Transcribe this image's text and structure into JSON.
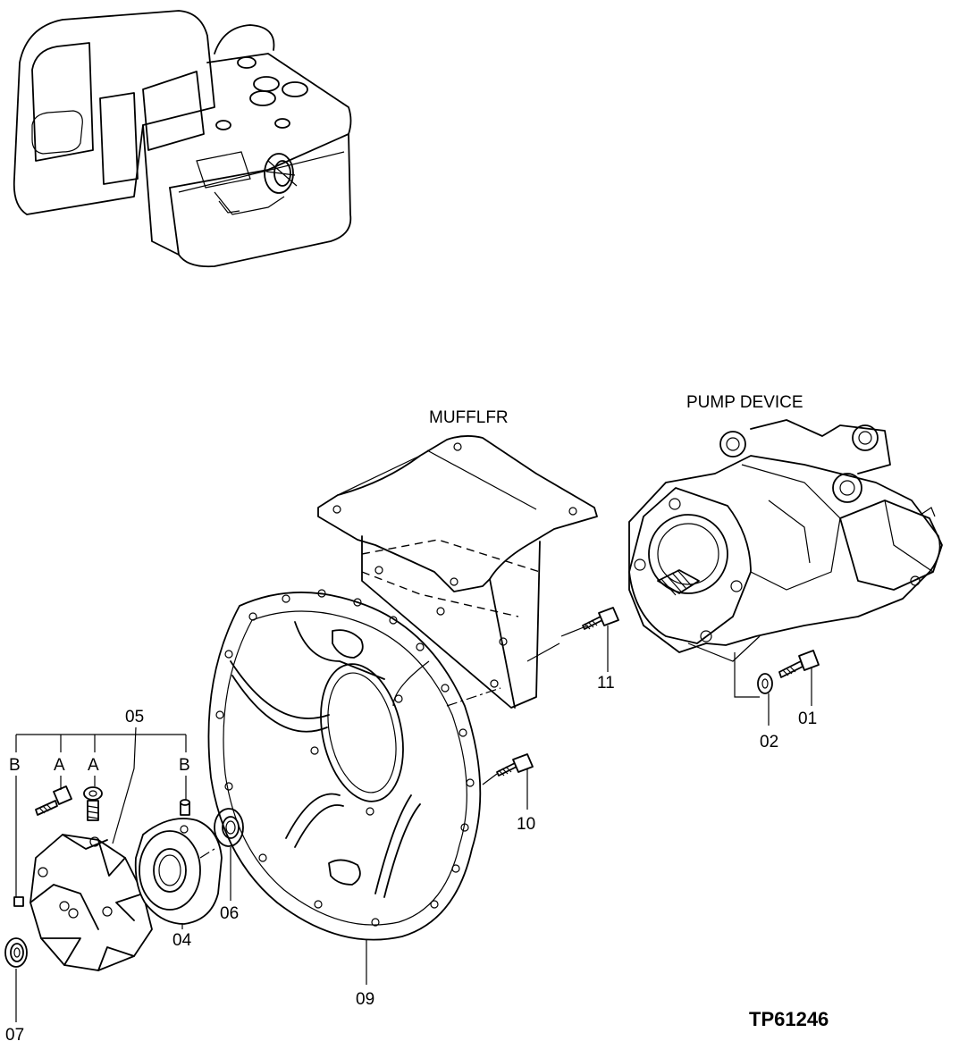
{
  "labels": {
    "muffler": "MUFFLFR",
    "pump_device": "PUMP DEVICE",
    "drawing_code": "TP61246"
  },
  "callouts": {
    "p01": "01",
    "p02": "02",
    "p04": "04",
    "p05": "05",
    "p06": "06",
    "p07": "07",
    "p09": "09",
    "p10": "10",
    "p11": "11",
    "a1": "A",
    "a2": "A",
    "b1": "B",
    "b2": "B"
  }
}
